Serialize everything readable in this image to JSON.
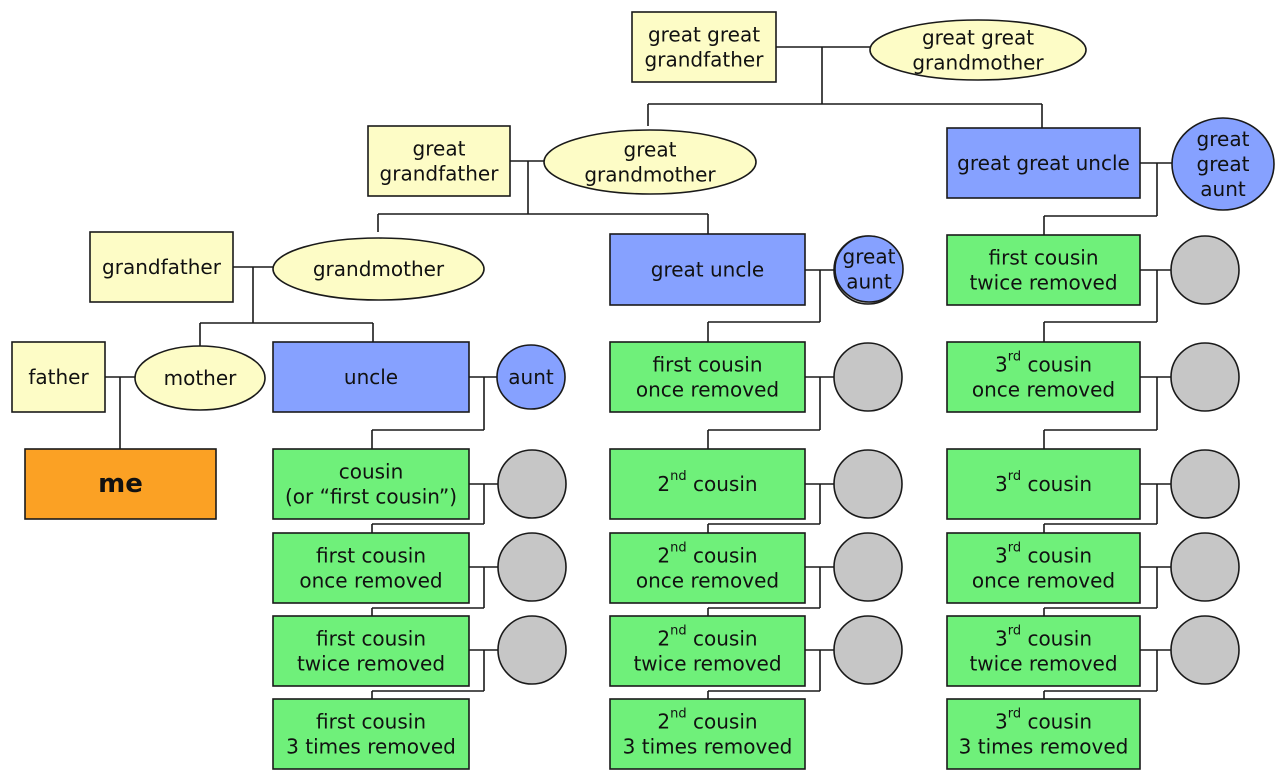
{
  "colors": {
    "direct_ancestor": "#fdfcc6",
    "great_uncle_aunt": "#86a1ff",
    "cousin": "#6ff07a",
    "spouse_unknown": "#c6c6c6",
    "me": "#fba124",
    "line": "#1a1a1a"
  },
  "nodes": {
    "gg_grandfather": {
      "lines": [
        "great great",
        "grandfather"
      ]
    },
    "gg_grandmother": {
      "lines": [
        "great great",
        "grandmother"
      ]
    },
    "g_grandfather": {
      "lines": [
        "great",
        "grandfather"
      ]
    },
    "g_grandmother": {
      "lines": [
        "great",
        "grandmother"
      ]
    },
    "gg_uncle": {
      "lines": [
        "great great uncle"
      ]
    },
    "gg_aunt": {
      "lines": [
        "great",
        "great",
        "aunt"
      ]
    },
    "grandfather": {
      "lines": [
        "grandfather"
      ]
    },
    "grandmother": {
      "lines": [
        "grandmother"
      ]
    },
    "great_uncle": {
      "lines": [
        "great uncle"
      ]
    },
    "great_aunt": {
      "lines": [
        "great",
        "aunt"
      ]
    },
    "father": {
      "lines": [
        "father"
      ]
    },
    "mother": {
      "lines": [
        "mother"
      ]
    },
    "uncle": {
      "lines": [
        "uncle"
      ]
    },
    "aunt": {
      "lines": [
        "aunt"
      ]
    },
    "me": {
      "lines": [
        "me"
      ]
    },
    "cousin": {
      "lines": [
        "cousin",
        "(or “first cousin”)"
      ]
    },
    "c1_once_removed_a": {
      "lines": [
        "first cousin",
        "once removed"
      ]
    },
    "c1_twice_removed_a": {
      "lines": [
        "first cousin",
        "twice removed"
      ]
    },
    "c1_3times_removed": {
      "lines": [
        "first cousin",
        "3 times removed"
      ]
    },
    "c1_once_removed_b": {
      "lines": [
        "first cousin",
        "once removed"
      ]
    },
    "c2": {
      "lines": [
        "2nd cousin"
      ]
    },
    "c2_once_removed": {
      "lines": [
        "2nd cousin",
        "once removed"
      ]
    },
    "c2_twice_removed": {
      "lines": [
        "2nd cousin",
        "twice removed"
      ]
    },
    "c2_3times_removed": {
      "lines": [
        "2nd cousin",
        "3 times removed"
      ]
    },
    "c1_twice_removed_b": {
      "lines": [
        "first cousin",
        "twice removed"
      ]
    },
    "c3_once_removed_a": {
      "lines": [
        "3rd cousin",
        "once removed"
      ]
    },
    "c3": {
      "lines": [
        "3rd cousin"
      ]
    },
    "c3_once_removed_b": {
      "lines": [
        "3rd cousin",
        "once removed"
      ]
    },
    "c3_twice_removed": {
      "lines": [
        "3rd cousin",
        "twice removed"
      ]
    },
    "c3_3times_removed": {
      "lines": [
        "3rd cousin",
        "3 times removed"
      ]
    }
  }
}
